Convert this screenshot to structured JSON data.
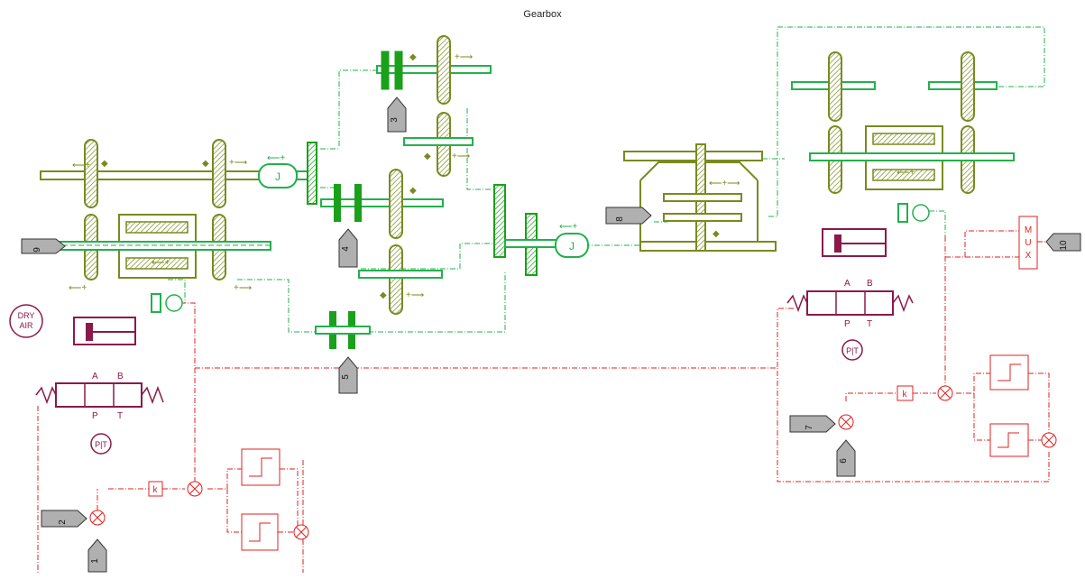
{
  "title": "Gearbox",
  "colors": {
    "mechanical": "#7a8a1e",
    "shaft": "#22b14c",
    "clutch": "#1aa01a",
    "control": "#e02020",
    "hydraulic": "#8a1a4a",
    "port": "#b0b0b0"
  },
  "labels": {
    "inertia": "J",
    "gain": "k",
    "mux": "MUX",
    "dry_air_1": "DRY",
    "dry_air_2": "AIR",
    "pt": "P|T",
    "valve_a": "A",
    "valve_b": "B",
    "valve_p": "P",
    "valve_t": "T",
    "sign_minus": "-",
    "sign_plus": "+"
  },
  "ports": {
    "p1": "1",
    "p2": "2",
    "p3": "3",
    "p4": "4",
    "p5": "5",
    "p6": "6",
    "p7": "7",
    "p8": "8",
    "p9": "9",
    "p10": "10"
  }
}
